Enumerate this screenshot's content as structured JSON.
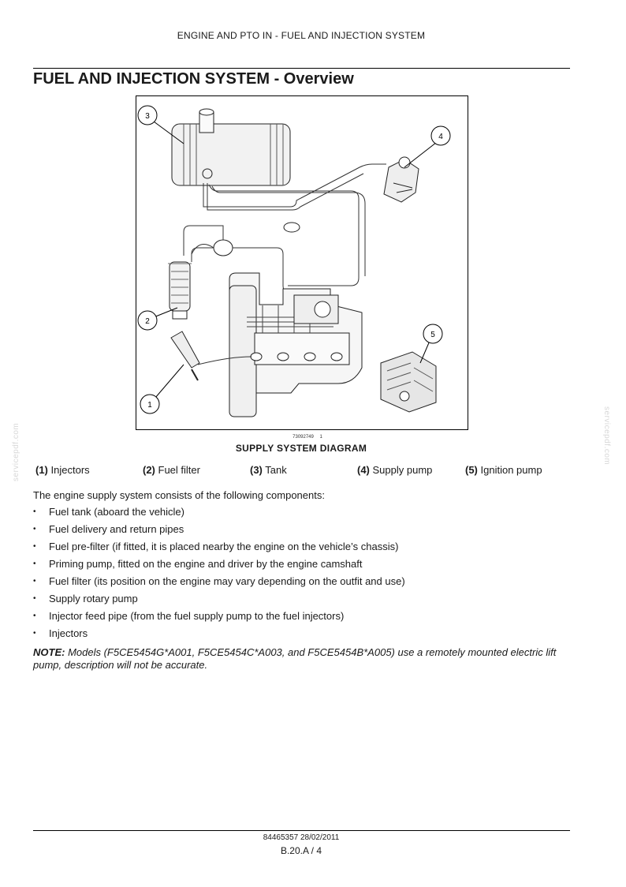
{
  "header": {
    "running_title": "ENGINE AND PTO IN - FUEL AND INJECTION SYSTEM"
  },
  "page_title": "FUEL AND INJECTION SYSTEM - Overview",
  "figure": {
    "callouts": [
      "1",
      "2",
      "3",
      "4",
      "5"
    ],
    "ref_number": "73092749",
    "ref_index": "1",
    "caption": "SUPPLY SYSTEM DIAGRAM"
  },
  "legend": [
    {
      "num": "(1)",
      "label": "Injectors"
    },
    {
      "num": "(2)",
      "label": "Fuel filter"
    },
    {
      "num": "(3)",
      "label": "Tank"
    },
    {
      "num": "(4)",
      "label": "Supply pump"
    },
    {
      "num": "(5)",
      "label": "Ignition pump"
    }
  ],
  "intro": "The engine supply system consists of the following components:",
  "components": [
    "Fuel tank (aboard the vehicle)",
    "Fuel delivery and return pipes",
    "Fuel pre-filter (if fitted, it is placed nearby the engine on the vehicle’s chassis)",
    "Priming pump, fitted on the engine and driver by the engine camshaft",
    "Fuel filter (its position on the engine may vary depending on the outfit and use)",
    "Supply rotary pump",
    "Injector feed pipe (from the fuel supply pump to the fuel injectors)",
    "Injectors"
  ],
  "note": {
    "label": "NOTE:",
    "text": " Models (F5CE5454G*A001, F5CE5454C*A003, and F5CE5454B*A005) use a remotely mounted electric lift pump, description will not be accurate."
  },
  "watermark": "servicepdf.com",
  "footer": {
    "doc": "84465357 28/02/2011",
    "page": "B.20.A / 4"
  }
}
